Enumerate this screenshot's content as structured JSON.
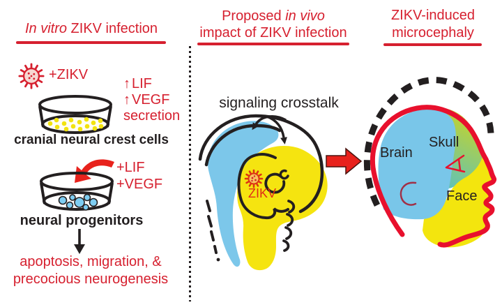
{
  "colors": {
    "red": "#d6202f",
    "bright_red": "#e8102d",
    "orange_red": "#e02d16",
    "black": "#231f20",
    "blue": "#7cc7ea",
    "yellow": "#f5e410"
  },
  "left_panel": {
    "title_italic": "In vitro",
    "title_rest": " ZIKV infection",
    "virus_label": "+ZIKV",
    "up_arrow": "↑",
    "secretion_line1": "LIF",
    "secretion_line2": "VEGF",
    "secretion_line3": "secretion",
    "dish1_caption": "cranial neural crest cells",
    "factor_line1": "+LIF",
    "factor_line2": "+VEGF",
    "dish2_caption": "neural progenitors",
    "outcome_line1": "apoptosis, migration, &",
    "outcome_line2": "precocious neurogenesis"
  },
  "middle_panel": {
    "title_prefix": "Proposed ",
    "title_italic": "in vivo",
    "title_line2": "impact of ZIKV infection",
    "crosstalk_label": "signaling crosstalk",
    "zikv_label": "ZIKV"
  },
  "right_panel": {
    "title_line1": "ZIKV-induced",
    "title_line2": "microcephaly",
    "brain_label": "Brain",
    "skull_label": "Skull",
    "face_label": "Face"
  }
}
